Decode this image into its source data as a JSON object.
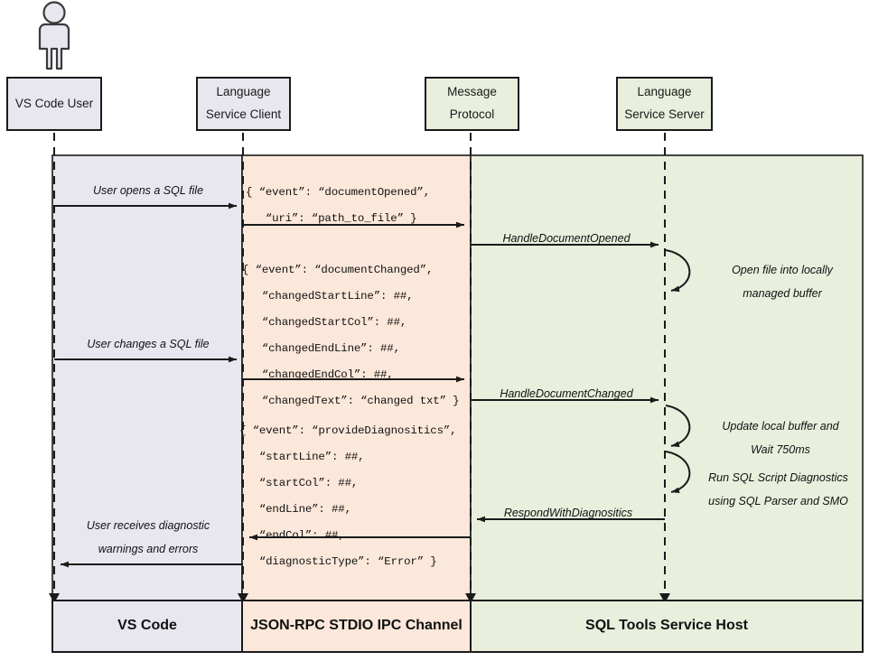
{
  "diagram": {
    "title": "SQL Tools Service language service sequence diagram",
    "colors": {
      "client_band": "#e8e6ef",
      "ipc_band": "#fce8da",
      "server_band": "#e8efdd",
      "stroke": "#1a1a1a",
      "text": "#111111"
    }
  },
  "actor": {
    "name": "vs-code-user-actor",
    "icon": "person-icon"
  },
  "participants": [
    {
      "id": "vs-code-user",
      "label": "VS Code User",
      "fill": "#e8e6ef"
    },
    {
      "id": "language-service-client",
      "label": "Language\nService Client",
      "fill": "#e8e6ef"
    },
    {
      "id": "message-protocol",
      "label": "Message\nProtocol",
      "fill": "#e8efdd"
    },
    {
      "id": "language-service-server",
      "label": "Language\nService Server",
      "fill": "#e8efdd"
    }
  ],
  "user_messages": [
    {
      "id": "user-opens-file",
      "label": "User opens a SQL file"
    },
    {
      "id": "user-changes-file",
      "label": "User changes a SQL file"
    },
    {
      "id": "user-receives-diagnostics",
      "label": "User receives diagnostic\nwarnings and errors"
    }
  ],
  "json_messages": [
    {
      "id": "document-opened-payload",
      "text": "{ “event”: “documentOpened”,\n   “uri”: “path_to_file” }"
    },
    {
      "id": "document-changed-payload",
      "text": "{ “event”: “documentChanged”,\n   “changedStartLine”: ##,\n   “changedStartCol”: ##,\n   “changedEndLine”: ##,\n   “changedEndCol”: ##,\n   “changedText”: “changed txt” }"
    },
    {
      "id": "provide-diagnostics-payload",
      "text": "{ “event”: “provideDiagnositics”,\n   “startLine”: ##,\n   “startCol”: ##,\n   “endLine”: ##,\n   “endCol”: ##,\n   “diagnosticType”: “Error” }"
    }
  ],
  "protocol_messages": [
    {
      "id": "handle-document-opened",
      "label": "HandleDocumentOpened"
    },
    {
      "id": "handle-document-changed",
      "label": "HandleDocumentChanged"
    },
    {
      "id": "respond-with-diagnostics",
      "label": "RespondWithDiagnositics"
    }
  ],
  "server_notes": [
    {
      "id": "open-file-note",
      "label": "Open file into locally\nmanaged buffer"
    },
    {
      "id": "update-buffer-note",
      "label": "Update local buffer and\nWait 750ms"
    },
    {
      "id": "run-diagnostics-note",
      "label": "Run SQL Script Diagnostics\nusing SQL Parser and SMO"
    }
  ],
  "footer_lanes": [
    {
      "id": "footer-vs-code",
      "label": "VS Code",
      "fill": "#e8e6ef"
    },
    {
      "id": "footer-ipc-channel",
      "label": "JSON-RPC STDIO IPC Channel",
      "fill": "#fce8da"
    },
    {
      "id": "footer-service-host",
      "label": "SQL Tools Service Host",
      "fill": "#e8efdd"
    }
  ]
}
